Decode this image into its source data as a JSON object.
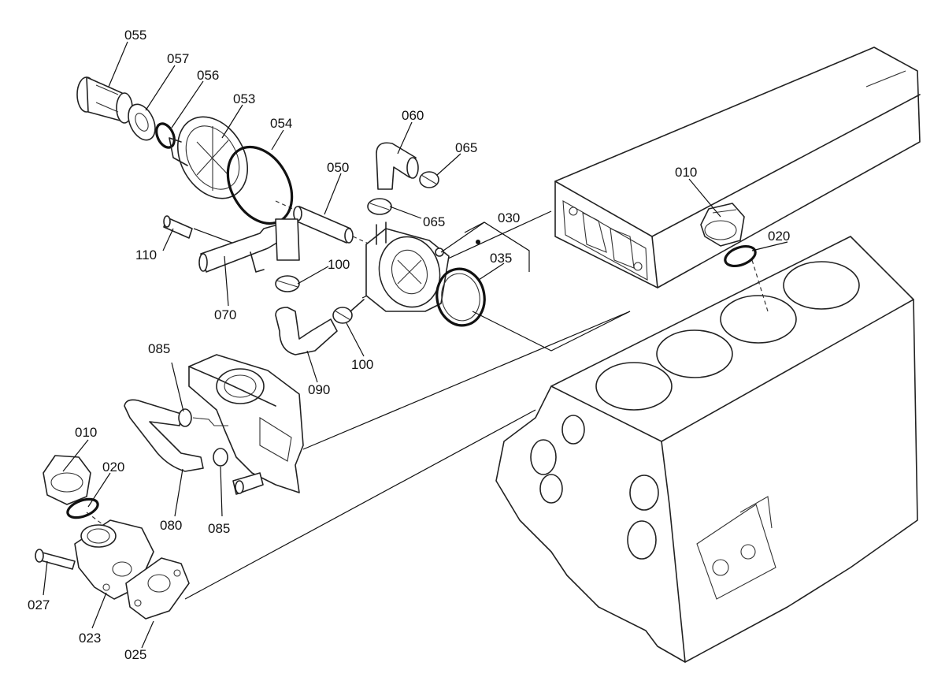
{
  "callouts": [
    {
      "id": "c055",
      "text": "055"
    },
    {
      "id": "c057",
      "text": "057"
    },
    {
      "id": "c056",
      "text": "056"
    },
    {
      "id": "c053",
      "text": "053"
    },
    {
      "id": "c054",
      "text": "054"
    },
    {
      "id": "c050",
      "text": "050"
    },
    {
      "id": "c060",
      "text": "060"
    },
    {
      "id": "c065a",
      "text": "065"
    },
    {
      "id": "c065b",
      "text": "065"
    },
    {
      "id": "c030",
      "text": "030"
    },
    {
      "id": "c035",
      "text": "035"
    },
    {
      "id": "c010a",
      "text": "010"
    },
    {
      "id": "c020a",
      "text": "020"
    },
    {
      "id": "c110",
      "text": "110"
    },
    {
      "id": "c100a",
      "text": "100"
    },
    {
      "id": "c070",
      "text": "070"
    },
    {
      "id": "c100b",
      "text": "100"
    },
    {
      "id": "c090",
      "text": "090"
    },
    {
      "id": "c085a",
      "text": "085"
    },
    {
      "id": "c010b",
      "text": "010"
    },
    {
      "id": "c020b",
      "text": "020"
    },
    {
      "id": "c080",
      "text": "080"
    },
    {
      "id": "c085b",
      "text": "085"
    },
    {
      "id": "c027",
      "text": "027"
    },
    {
      "id": "c023",
      "text": "023"
    },
    {
      "id": "c025",
      "text": "025"
    }
  ]
}
